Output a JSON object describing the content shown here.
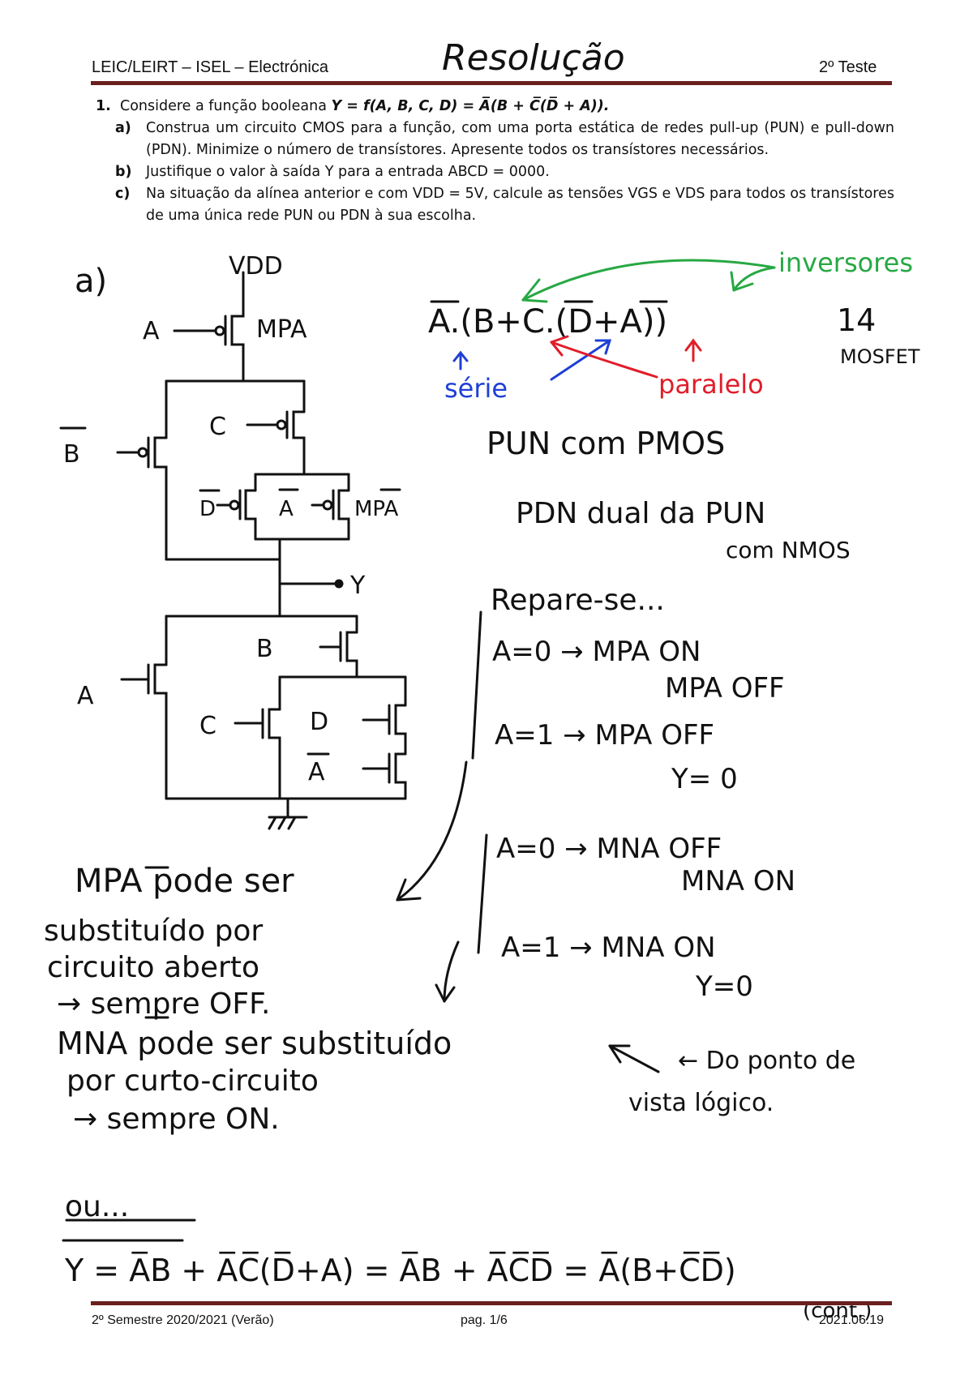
{
  "header": {
    "left": "LEIC/LEIRT – ISEL – Electrónica",
    "title_handwritten": "Resolução",
    "right": "2º Teste"
  },
  "question": {
    "number": "1.",
    "intro": "Considere a função booleana",
    "formula": "Y = f(A, B, C, D) = A̅(B + C̅(D̅ + A)).",
    "a_label": "a)",
    "a_text": "Construa um circuito CMOS para a função, com uma porta estática de redes pull-up (PUN) e pull-down (PDN). Minimize o número de transístores. Apresente todos os transístores necessários.",
    "b_label": "b)",
    "b_text": "Justifique o valor à saída Y para a entrada ABCD = 0000.",
    "c_label": "c)",
    "c_text": "Na situação da alínea anterior e com VDD = 5V, calcule as tensões VGS e VDS para todos os transístores de uma única rede PUN ou PDN à sua escolha."
  },
  "circuit": {
    "part": "a)",
    "vdd": "VDD",
    "labels": {
      "a_top": "A",
      "mpa": "MPA",
      "c_top": "C",
      "b_bar": "B",
      "d": "D",
      "a_bar": "A",
      "mpa_bar": "MPA",
      "y": "Y",
      "b_bar_n": "B",
      "a_n": "A",
      "c_n": "C",
      "d_n": "D",
      "a_bar_n": "A"
    }
  },
  "annotations": {
    "expr": "A.(B+C.(D+A))",
    "inversores": "inversores",
    "serie": "série",
    "paralelo": "paralelo",
    "count": "14",
    "mosfet": "MOSFET",
    "pun": "PUN com PMOS",
    "pdn": "PDN dual da PUN",
    "pdn2": "com NMOS",
    "repare": "Repare-se...",
    "r1a": "A=0 → MPA ON",
    "r1b": "MPA OFF",
    "r2a": "A=1 → MPA OFF",
    "r2b": "Y= 0",
    "r3a": "A=0 → MNA OFF",
    "r3b": "MNA ON",
    "r4a": "A=1 → MNA ON",
    "r4b": "Y=0",
    "mpa_note_1": "MPA pode ser",
    "mpa_note_2": "substituído por",
    "mpa_note_3": "circuito aberto",
    "mpa_note_4": "→ sempre OFF.",
    "mna_note_1": "MNA pode ser substituído",
    "mna_note_2": "por curto-circuito",
    "mna_note_3": "→ sempre ON.",
    "logic_1": "← Do ponto de",
    "logic_2": "vista lógico.",
    "ou": "ou...",
    "final_y": "Y = A̅B + A̅C̅(D̅+A) = A̅B + A̅C̅D̅ = A̅(B+C̅D̅)",
    "cont": "(cont.)"
  },
  "colors": {
    "rule": "#6b1f1f",
    "green": "#27a844",
    "blue": "#1f3fd6",
    "red": "#e11d2a"
  },
  "footer": {
    "left": "2º Semestre 2020/2021 (Verão)",
    "center": "pag. 1/6",
    "right": "2021.06.19"
  }
}
